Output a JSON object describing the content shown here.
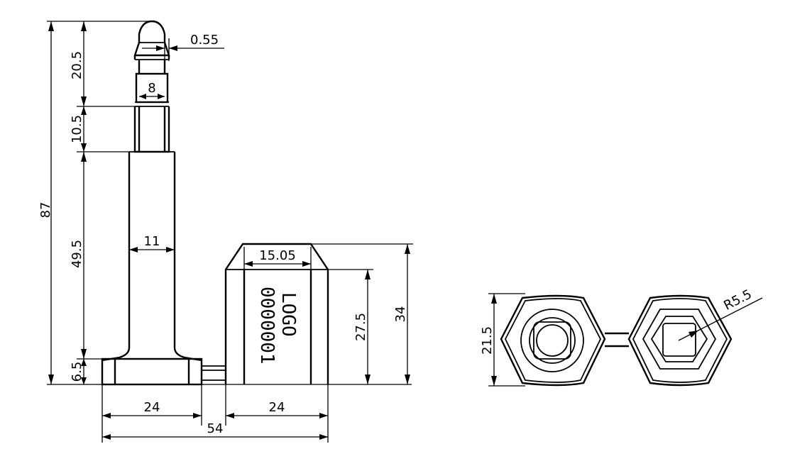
{
  "drawing": {
    "dimensions": {
      "total_height": "87",
      "top_section": "20.5",
      "collar": "10.5",
      "shaft": "49.5",
      "base": "6.5",
      "tip_offset": "0.55",
      "neck_width": "8",
      "shaft_width": "11",
      "lock_top_width": "15.05",
      "lock_body_height": "27.5",
      "lock_total_height": "34",
      "left_width": "24",
      "right_width": "24",
      "overall_width": "54",
      "hex_height": "21.5",
      "radius": "R5.5"
    },
    "marking": {
      "logo": "LOGO",
      "serial": "0000001"
    }
  }
}
